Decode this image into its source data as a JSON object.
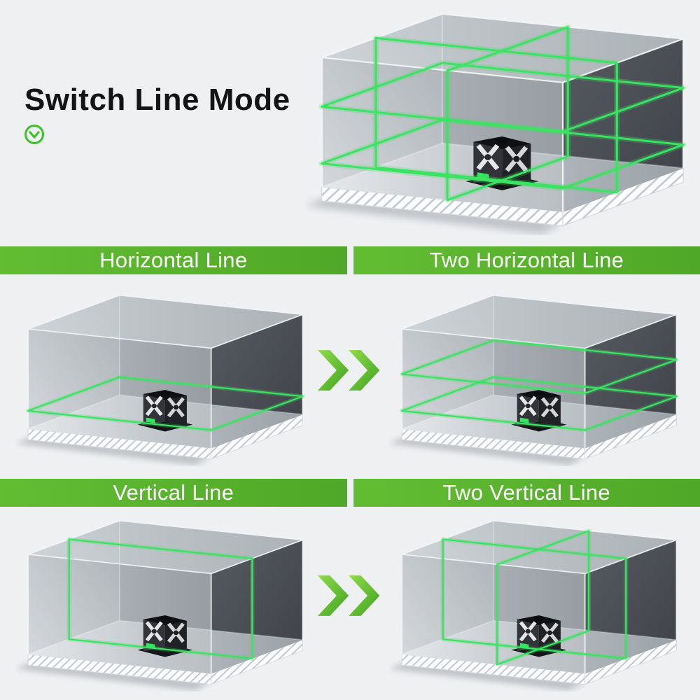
{
  "title": "Switch Line Mode",
  "brand": {
    "icon_name": "brand-chevron-circle-icon",
    "color": "#3fc227"
  },
  "banners": {
    "horizontal": "Horizontal Line",
    "two_horizontal": "Two Horizontal Line",
    "vertical": "Vertical Line",
    "two_vertical": "Two Vertical Line"
  },
  "arrows": {
    "icon_name": "double-chevron-right-icon",
    "color": "#56bb2d"
  },
  "colors": {
    "background": "#eef0f2",
    "banner_green_left": "#63bd33",
    "banner_green_right": "#4fa827",
    "banner_text": "#ffffff",
    "laser_green": "#3ae361",
    "title_text": "#141414"
  },
  "rooms": {
    "hero": {
      "label": "all-line-mode",
      "horizontal_planes": 2,
      "vertical_planes": 2
    },
    "horizontal": {
      "label": "horizontal-line-mode",
      "horizontal_planes": 1,
      "vertical_planes": 0
    },
    "two_horizontal": {
      "label": "two-horizontal-line-mode",
      "horizontal_planes": 2,
      "vertical_planes": 0
    },
    "vertical": {
      "label": "vertical-line-mode",
      "horizontal_planes": 0,
      "vertical_planes": 1
    },
    "two_vertical": {
      "label": "two-vertical-line-mode",
      "horizontal_planes": 0,
      "vertical_planes": 2
    }
  }
}
